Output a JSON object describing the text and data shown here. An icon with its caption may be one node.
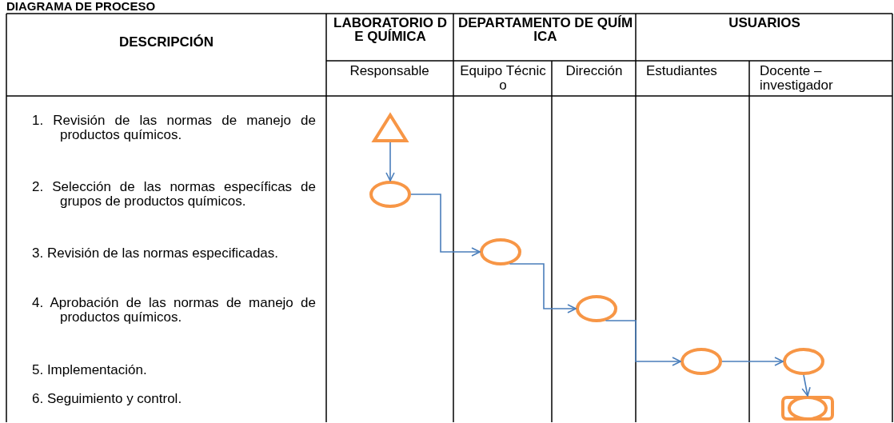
{
  "diagram": {
    "title": "DIAGRAMA DE PROCESO",
    "nodes": [
      {
        "text": [],
        "shape": "triangle"
      },
      {
        "text": [],
        "shape": "circle"
      },
      {
        "text": [],
        "shape": "circle"
      },
      {
        "text": [],
        "shape": "circle"
      },
      {
        "text": [],
        "shape": "circle"
      },
      {
        "text": [],
        "shape": "circle"
      },
      {
        "text": [],
        "shape": "box"
      }
    ],
    "edges": [
      {
        "from": 0,
        "to": 1,
        "arrow": "to"
      },
      {
        "from": 1,
        "to": 2,
        "arrow": "to"
      },
      {
        "from": 2,
        "to": 3,
        "arrow": "to"
      },
      {
        "from": 3,
        "to": 4,
        "arrow": "to"
      },
      {
        "from": 4,
        "to": 5,
        "arrow": "to"
      },
      {
        "from": 5,
        "to": 6,
        "arrow": "to"
      }
    ],
    "labels": [
      "DESCRIPCIÓN",
      "LABORATORIO DE QUÍMICA",
      "DEPARTAMENTO DE QUÍMICA",
      "USUARIOS",
      "Responsable",
      "Equipo Técnico",
      "Dirección",
      "Estudiantes",
      "Docente – investigador",
      "1. Revisión de las normas de manejo de productos químicos.",
      "2. Selección de las normas específicas de grupos de productos químicos.",
      "3. Revisión de las normas especificadas.",
      "4. Aprobación de las normas de manejo de productos químicos.",
      "5. Implementación.",
      "6. Seguimiento y control."
    ]
  }
}
